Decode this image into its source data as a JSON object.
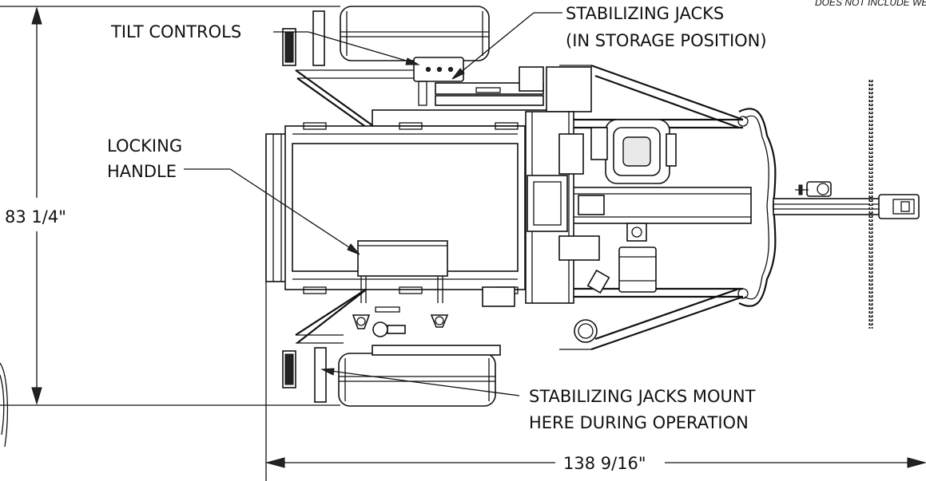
{
  "note": {
    "header": "DOES NOT INCLUDE WEIGH"
  },
  "labels": {
    "tilt_controls": "TILT CONTROLS",
    "stabilizing_jacks_line1": "STABILIZING JACKS",
    "stabilizing_jacks_line2": "(IN STORAGE POSITION)",
    "locking_line1": "LOCKING",
    "locking_line2": "HANDLE",
    "mount_line1": "STABILIZING JACKS MOUNT",
    "mount_line2": "HERE DURING OPERATION"
  },
  "dimensions": {
    "height": "83 1/4\"",
    "length": "138 9/16\""
  },
  "colors": {
    "line": "#111111",
    "background": "#ffffff"
  }
}
